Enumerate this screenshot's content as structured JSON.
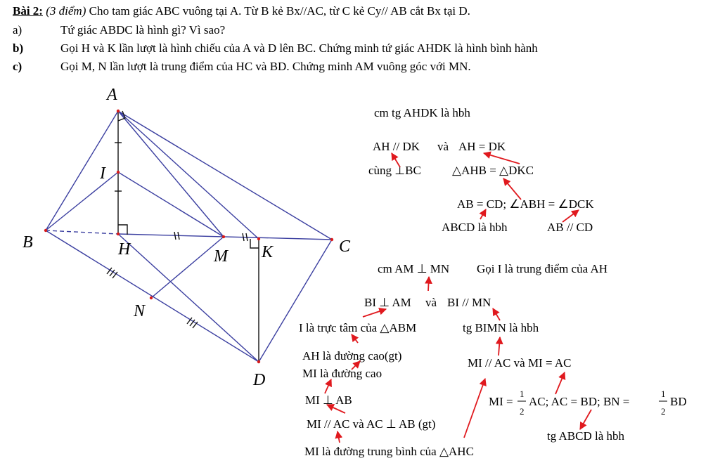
{
  "problem": {
    "label": "Bài 2:",
    "points": "(3 điểm)",
    "statement": " Cho tam giác ABC vuông tại A. Từ B kẻ Bx//AC, từ C kẻ Cy// AB cắt Bx tại D.",
    "parts": [
      {
        "label": "a)",
        "text": "Tứ giác ABDC là hình gì? Vì sao?"
      },
      {
        "label": "b)",
        "text": "Gọi H và K lần lượt là hình chiếu của A và D lên BC. Chứng minh tứ giác AHDK là hình bình hành"
      },
      {
        "label": "c)",
        "text": "Gọi M, N lần lượt là trung điểm của HC và BD. Chứng minh AM vuông góc với MN."
      }
    ]
  },
  "figure": {
    "points": {
      "A": "A",
      "B": "B",
      "C": "C",
      "D": "D",
      "H": "H",
      "K": "K",
      "M": "M",
      "N": "N",
      "I": "I"
    }
  },
  "proof_b": {
    "goal": "cm tg AHDK là hbh",
    "l1a": "AH // DK",
    "l1b": "và",
    "l1c": "AH = DK",
    "l2a": "cùng ⊥BC",
    "l2b": "△AHB = △DKC",
    "l3": "AB = CD; ∠ABH = ∠DCK",
    "l4a": "ABCD là hbh",
    "l4b": "AB // CD"
  },
  "proof_c": {
    "goal": "cm AM ⊥ MN",
    "hint": "Gọi I là trung điểm của AH",
    "l1a": "BI ⊥ AM",
    "l1b": "và",
    "l1c": "BI // MN",
    "l2a": "I là trực tâm của △ABM",
    "l2b": "tg BIMN là hbh",
    "l3a": "AH là đường cao(gt)",
    "l3b": "MI // AC và MI = AC",
    "l4": "MI là đường cao",
    "l5": "MI ⊥ AB",
    "l6a": "MI = ",
    "l6b": "AC; AC = BD; BN = ",
    "l6c": "BD",
    "frac_num": "1",
    "frac_den": "2",
    "l7": "MI // AC và AC ⊥ AB (gt)",
    "l8": "tg ABCD là hbh",
    "l9": "MI là đường trung bình của △AHC"
  },
  "colors": {
    "lines": "#3b3fa0",
    "arrows": "#e0191e",
    "points": "#d81b1b"
  }
}
